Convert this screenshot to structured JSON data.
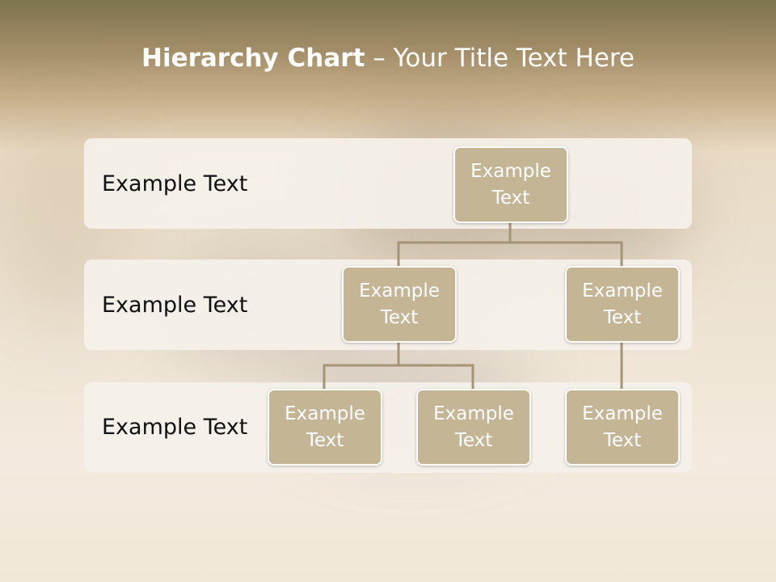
{
  "title": {
    "bold": "Hierarchy Chart",
    "rest": " – Your Title Text Here"
  },
  "rows": [
    {
      "label": "Example Text"
    },
    {
      "label": "Example Text"
    },
    {
      "label": "Example Text"
    }
  ],
  "nodes": {
    "root": "Example Text",
    "level2_left": "Example Text",
    "level2_right": "Example Text",
    "level3_left": "Example Text",
    "level3_middle": "Example Text",
    "level3_right": "Example Text"
  },
  "colors": {
    "node_fill": "#c4b695",
    "node_border": "#ffffff",
    "connector": "#a49576",
    "band": "#f5f1ea",
    "title_text": "#ffffff"
  }
}
